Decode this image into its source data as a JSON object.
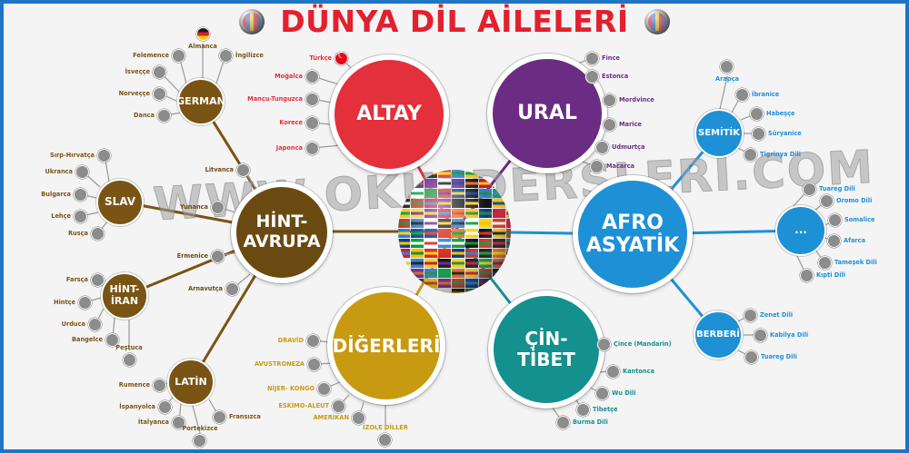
{
  "title": "DÜNYA DİL AİLELERİ",
  "watermark": "WWW.OKULDERSLERİ.COM",
  "colors": {
    "frame": "#1f74c4",
    "title": "#e3202e",
    "altay": "#e3303a",
    "ural": "#6b2c83",
    "hint_avrupa": "#6b4a12",
    "afro_asyatik": "#1e90d6",
    "cin_tibet": "#14908f",
    "digerleri": "#c89a12",
    "german": "#7a5414",
    "semitik": "#1e90d6"
  },
  "center": {
    "icon": "flag-globe-icon"
  },
  "families": {
    "altay": {
      "label": "ALTAY",
      "languages": [
        "Türkçe",
        "Moğalca",
        "Mançu-Tunguzca",
        "Korece",
        "Japonca"
      ]
    },
    "ural": {
      "label": "URAL",
      "languages": [
        "Fince",
        "Estonca",
        "Mordvince",
        "Marice",
        "Udmurtça",
        "Macarca"
      ]
    },
    "hint_avrupa": {
      "label": "HİNT-\nAVRUPA",
      "languages": [
        "Litvanca",
        "Yunanca",
        "Ermenice",
        "Arnavutça"
      ]
    },
    "afro_asyatik": {
      "label": "AFRO\nASYATİK"
    },
    "cin_tibet": {
      "label": "ÇİN- TİBET",
      "languages": [
        "Çince (Mandarin)",
        "Kantonca",
        "Wu Dili",
        "Tibetçe",
        "Burma Dili"
      ]
    },
    "digerleri": {
      "label": "DİĞERLERİ",
      "languages": [
        "DRAVİD",
        "AVUSTRONEZA",
        "NİJER- KONGO",
        "ESKİMO-ALEUT",
        "AMERİKAN",
        "İZOLE DİLLER"
      ]
    }
  },
  "subfamilies": {
    "german": {
      "label": "GERMAN",
      "languages": [
        "Almanca",
        "İngilizce",
        "Felemence",
        "İsveççe",
        "Norveççe",
        "Danca"
      ]
    },
    "slav": {
      "label": "SLAV",
      "languages": [
        "Sırp-Hırvatça",
        "Ukranca",
        "Bulgarca",
        "Lehçe",
        "Rusça"
      ]
    },
    "hint_iran": {
      "label": "HİNT-\nİRAN",
      "languages": [
        "Farsça",
        "Hintçe",
        "Urduca",
        "Bangelce",
        "Peştuca"
      ]
    },
    "latin": {
      "label": "LATİN",
      "languages": [
        "Rumence",
        "İspanyolca",
        "İtalyanca",
        "Portekizce",
        "Fransızca"
      ]
    },
    "semitik": {
      "label": "SEMİTİK",
      "languages": [
        "Arapça",
        "İbranice",
        "Habeşçe",
        "Süryanice",
        "Tigrinya Dili"
      ]
    },
    "kusitik": {
      "label": "...",
      "languages": [
        "Tuareg Dili",
        "Oromo Dili",
        "Somalice",
        "Afarca",
        "Tameşek Dili",
        "Kıpti Dili"
      ]
    },
    "berberi": {
      "label": "BERBERİ",
      "languages": [
        "Zenet Dili",
        "Kabilya Dili",
        "Tuareg Dili"
      ]
    }
  }
}
